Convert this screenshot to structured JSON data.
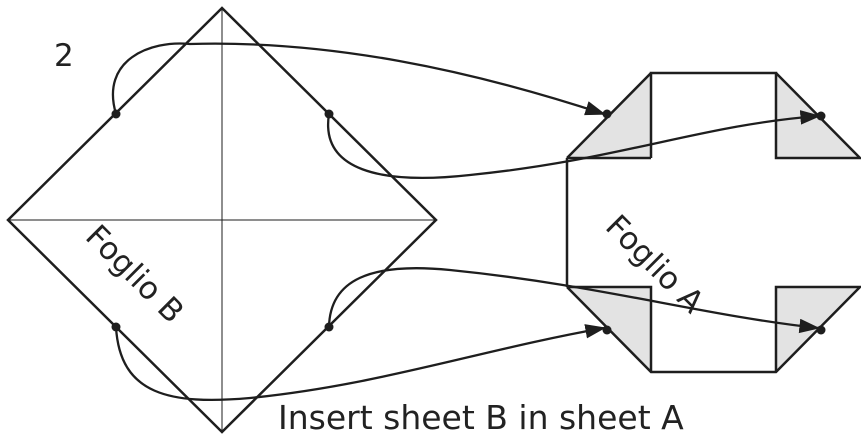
{
  "step_number": "2",
  "sheet_b_label": "Foglio B",
  "sheet_a_label": "Foglio A",
  "caption": "Insert sheet B in sheet A",
  "colors": {
    "line": "#1e1e1e",
    "flap_fill": "#e3e3e3",
    "background": "#ffffff"
  }
}
